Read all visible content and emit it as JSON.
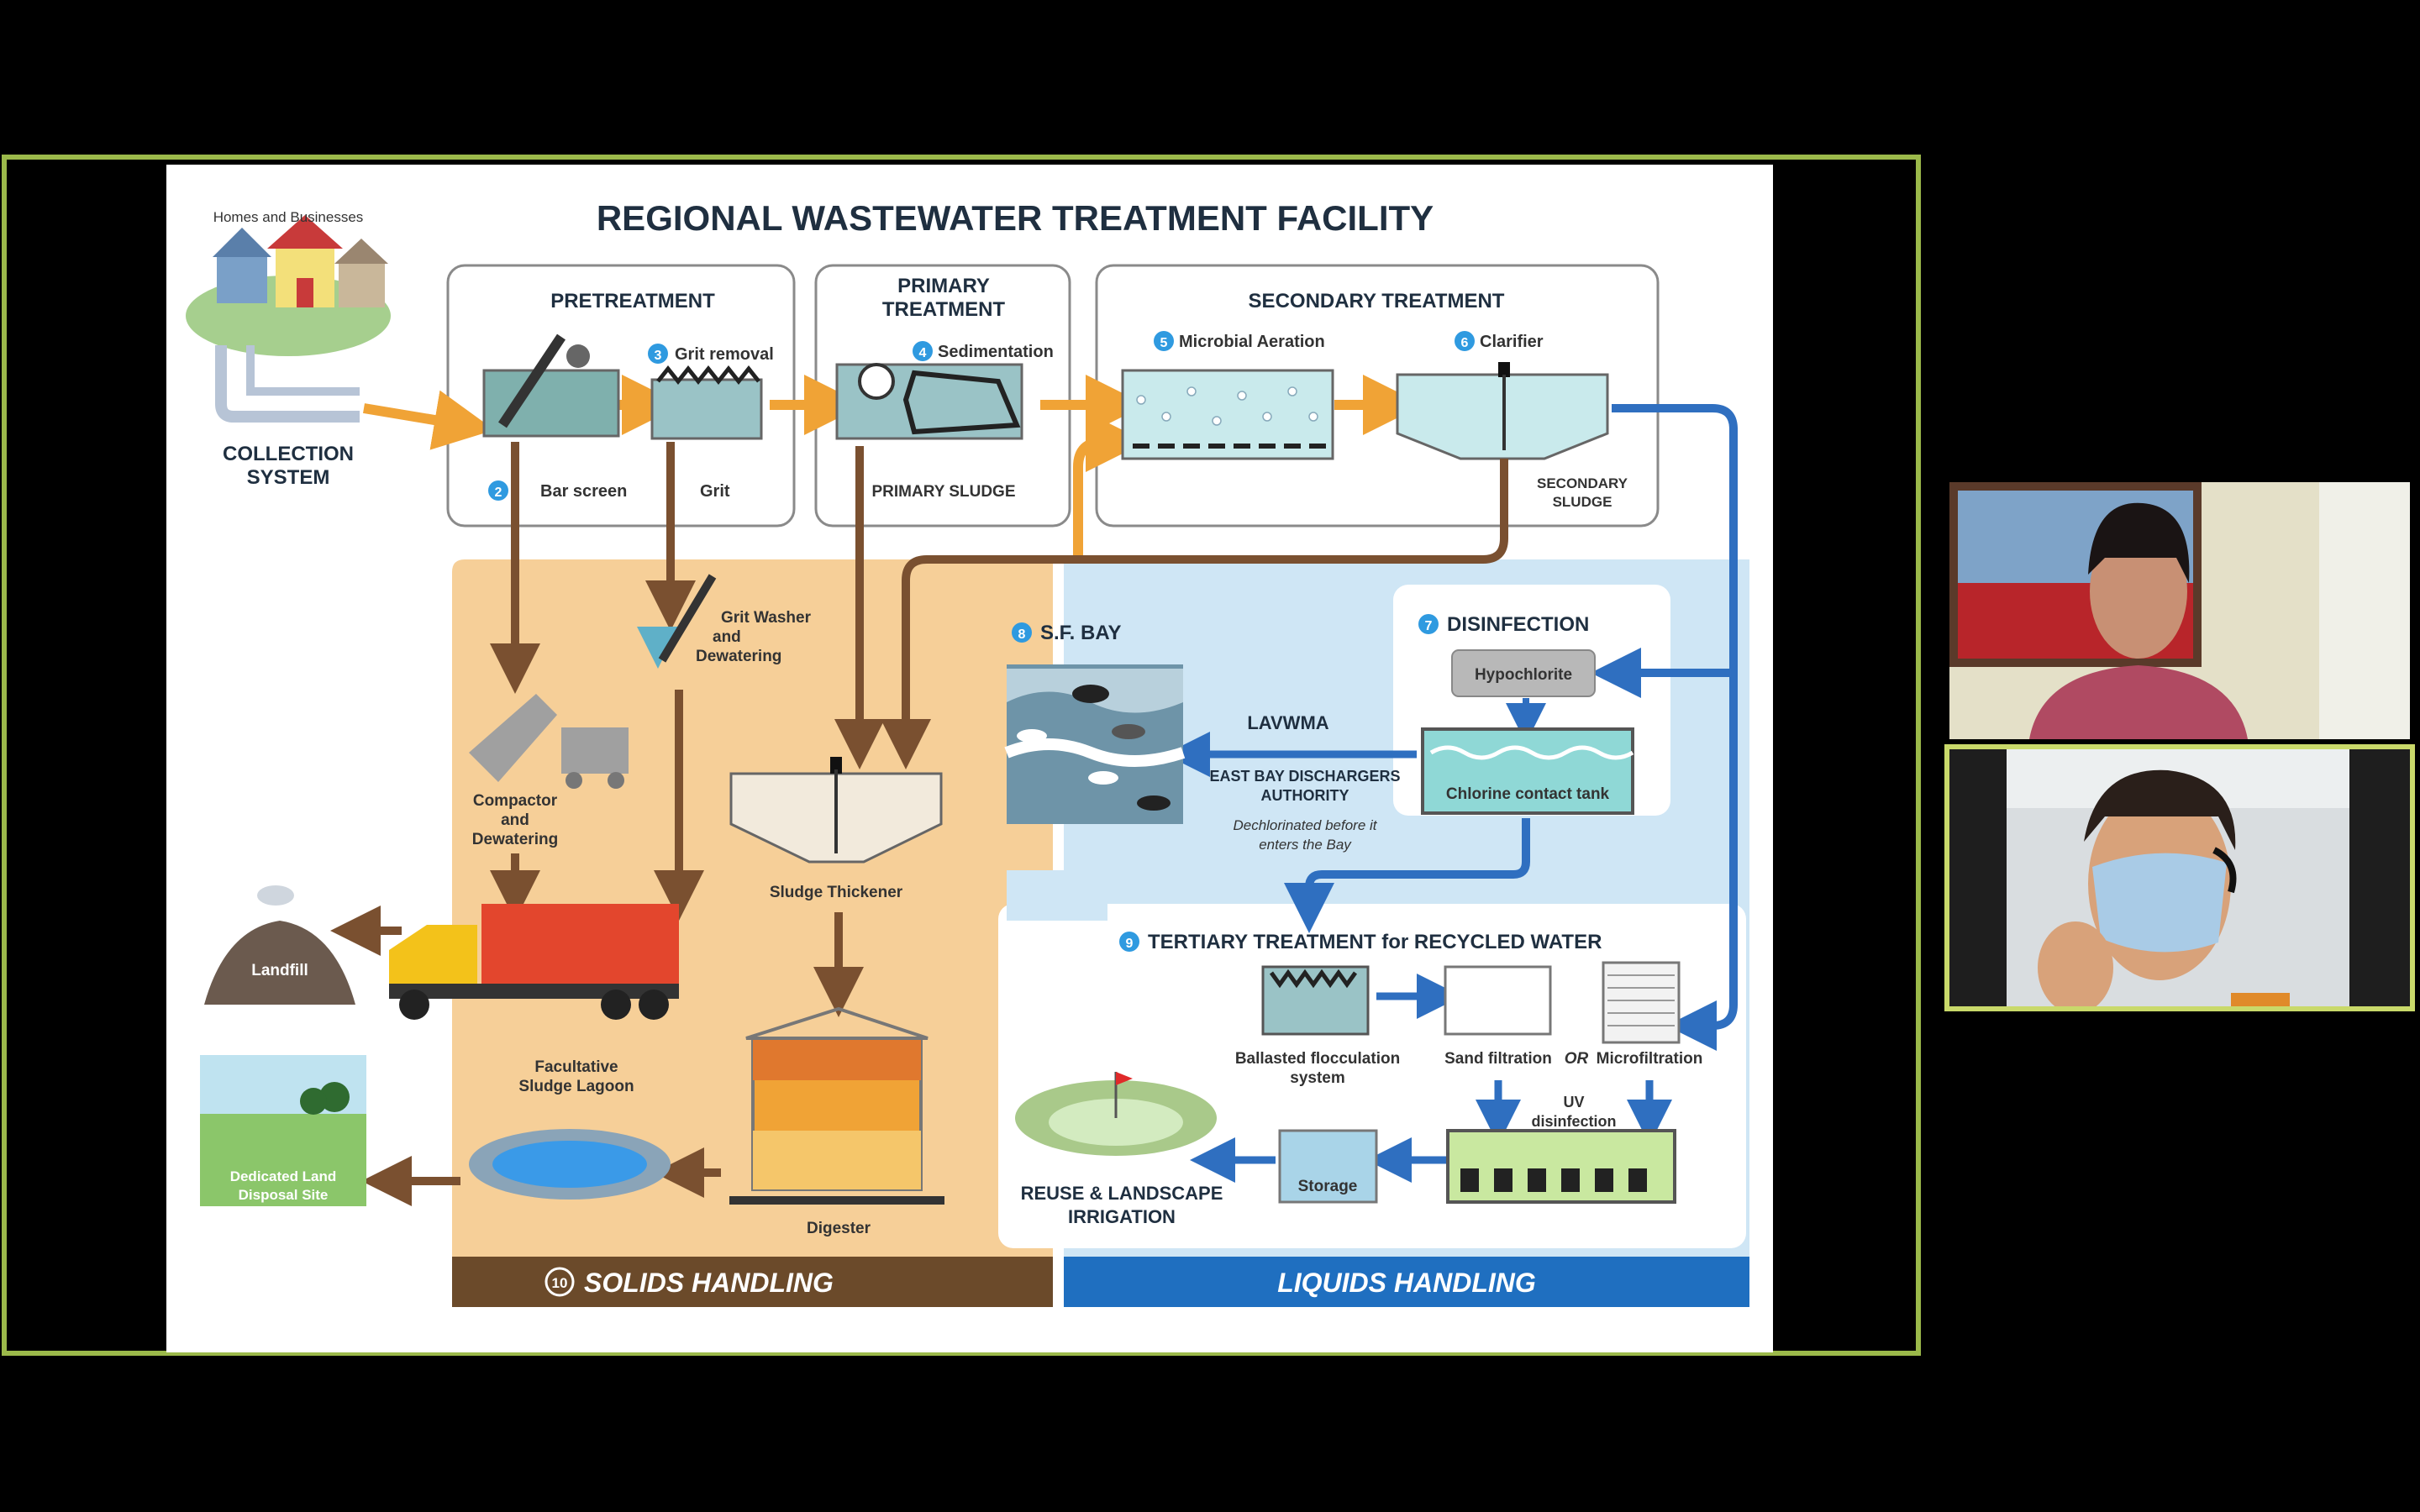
{
  "slide": {
    "title": "REGIONAL WASTEWATER TREATMENT FACILITY",
    "homes_label": "Homes and Businesses",
    "collection_line1": "COLLECTION",
    "collection_line2": "SYSTEM",
    "pretreatment": {
      "title": "PRETREATMENT",
      "step2_num": "2",
      "bar_screen": "Bar screen",
      "step3_num": "3",
      "grit_removal": "Grit removal",
      "grit": "Grit"
    },
    "primary": {
      "title_line1": "PRIMARY",
      "title_line2": "TREATMENT",
      "step4_num": "4",
      "sedimentation": "Sedimentation",
      "primary_sludge": "PRIMARY SLUDGE"
    },
    "secondary": {
      "title": "SECONDARY TREATMENT",
      "step5_num": "5",
      "microbial_aeration": "Microbial Aeration",
      "step6_num": "6",
      "clarifier": "Clarifier",
      "secondary_sludge_line1": "SECONDARY",
      "secondary_sludge_line2": "SLUDGE"
    },
    "solids": {
      "grit_washer_line1": "Grit Washer",
      "grit_washer_line2": "and",
      "grit_washer_line3": "Dewatering",
      "compactor_line1": "Compactor",
      "compactor_line2": "and",
      "compactor_line3": "Dewatering",
      "landfill": "Landfill",
      "sludge_thickener": "Sludge Thickener",
      "lagoon_line1": "Facultative",
      "lagoon_line2": "Sludge Lagoon",
      "digester": "Digester",
      "land_line1": "Dedicated Land",
      "land_line2": "Disposal Site",
      "banner_num": "10",
      "banner": "SOLIDS HANDLING"
    },
    "liquids": {
      "step8_num": "8",
      "sf_bay": "S.F. BAY",
      "lavwma": "LAVWMA",
      "ebda_line1": "EAST BAY DISCHARGERS",
      "ebda_line2": "AUTHORITY",
      "dechlor_line1": "Dechlorinated before it",
      "dechlor_line2": "enters the Bay",
      "step7_num": "7",
      "disinfection": "DISINFECTION",
      "hypochlorite": "Hypochlorite",
      "chlorine_tank": "Chlorine contact tank",
      "step9_num": "9",
      "tertiary": "TERTIARY TREATMENT for RECYCLED WATER",
      "ballasted_line1": "Ballasted flocculation",
      "ballasted_line2": "system",
      "sand": "Sand filtration",
      "or": "OR",
      "micro": "Microfiltration",
      "uv_line1": "UV",
      "uv_line2": "disinfection",
      "storage": "Storage",
      "reuse_line1": "REUSE & LANDSCAPE",
      "reuse_line2": "IRRIGATION",
      "banner": "LIQUIDS HANDLING"
    }
  },
  "colors": {
    "share_border": "#9bb94a",
    "orange_flow": "#f0a336",
    "brown_flow": "#7a5030",
    "blue_flow": "#2f6fc0",
    "solids_bg": "#f6cf98",
    "liquids_bg": "#cfe6f5"
  },
  "participants": [
    {
      "tile": "participant-video-1"
    },
    {
      "tile": "participant-video-2-active-speaker"
    }
  ]
}
